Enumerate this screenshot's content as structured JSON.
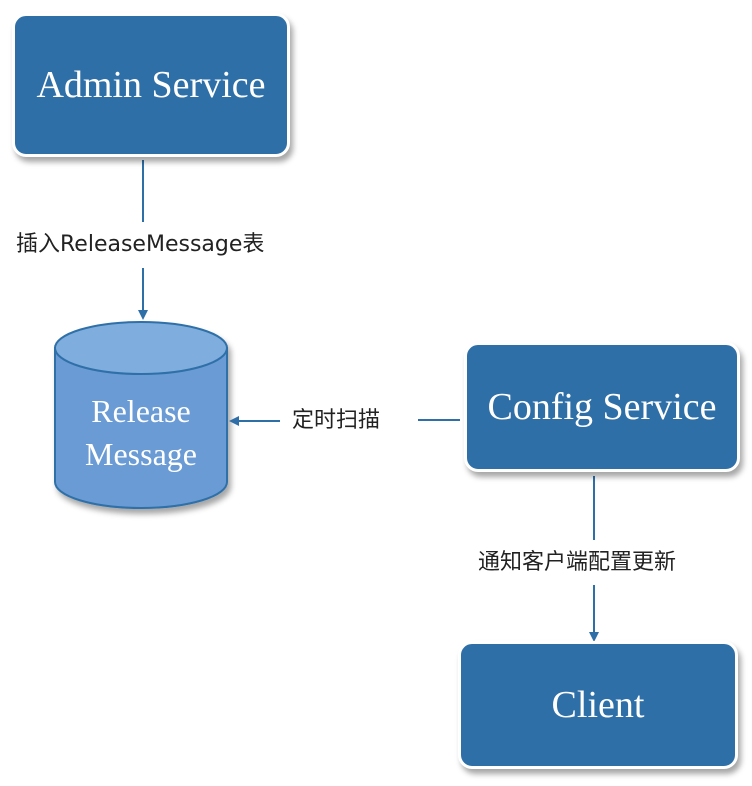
{
  "nodes": {
    "admin_service": "Admin Service",
    "release_message": [
      "Release",
      "Message"
    ],
    "config_service": "Config Service",
    "client": "Client"
  },
  "edges": {
    "admin_to_message": "插入ReleaseMessage表",
    "config_to_message": "定时扫描",
    "config_to_client": "通知客户端配置更新"
  },
  "colors": {
    "box_fill": "#2e6fa7",
    "cylinder_fill": "#6a9bd4",
    "cylinder_top": "#7fadde",
    "arrow": "#2e6fa7",
    "text": "#ffffff"
  }
}
